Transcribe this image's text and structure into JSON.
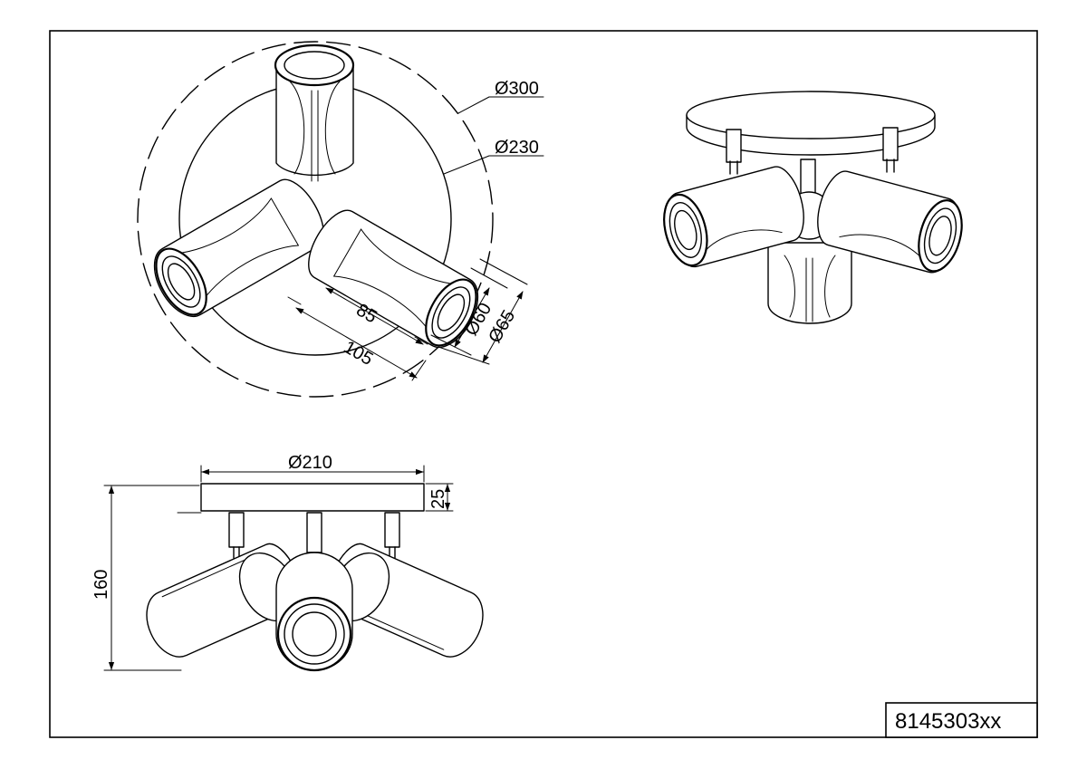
{
  "drawing": {
    "part_number": "8145303xx",
    "dimensions": {
      "outer_diameter": "Ø300",
      "canopy_diameter_top": "Ø230",
      "head_length": "85",
      "arm_length": "105",
      "lens_diameter": "Ø60",
      "head_diameter": "Ø65",
      "canopy_diameter_side": "Ø210",
      "canopy_height": "25",
      "total_height": "160"
    }
  }
}
